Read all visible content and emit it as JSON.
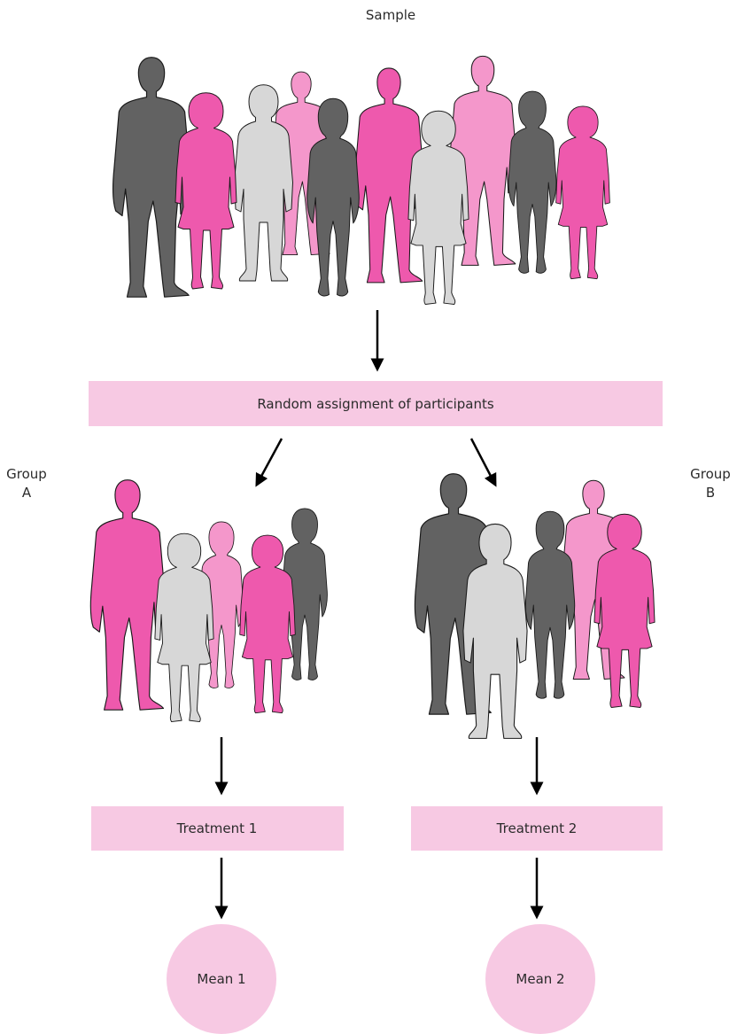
{
  "sample_label": "Sample",
  "assignment_label": "Random assignment of participants",
  "group_a_label": [
    "Group",
    "A"
  ],
  "group_b_label": [
    "Group",
    "B"
  ],
  "treatment_1_label": "Treatment 1",
  "treatment_2_label": "Treatment 2",
  "mean_1_label": "Mean 1",
  "mean_2_label": "Mean 2",
  "colors": {
    "box_fill": "#f7c9e3",
    "circle_fill": "#f7c9e3",
    "dark": "#626262",
    "magenta": "#ee59ad",
    "light_pink": "#f497cb",
    "light_gray": "#d7d7d7",
    "arrow": "#000000"
  }
}
